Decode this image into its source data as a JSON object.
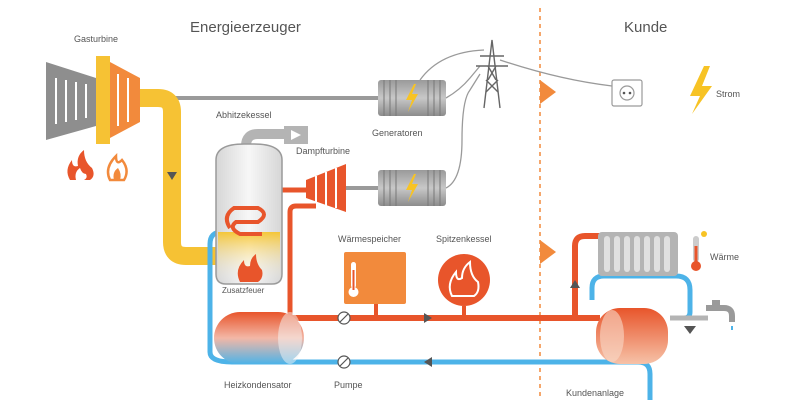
{
  "headings": {
    "producer": "Energieerzeuger",
    "customer": "Kunde"
  },
  "labels": {
    "gas_turbine": "Gasturbine",
    "waste_heat_boiler": "Abhitzekessel",
    "steam_turbine": "Dampfturbine",
    "generators": "Generatoren",
    "heat_storage": "Wärmespeicher",
    "peak_boiler": "Spitzenkessel",
    "additional_firing": "Zusatzfeuer",
    "heating_condenser": "Heizkondensator",
    "pump": "Pumpe",
    "customer_plant": "Kundenanlage",
    "electricity": "Strom",
    "heat": "Wärme"
  },
  "colors": {
    "exhaust": "#f6c234",
    "supply_hot": "#e8552b",
    "return_cold": "#4db3e8",
    "steam_gray": "#b4b4b4",
    "boundary": "#f28a3c",
    "lightning": "#f7c325",
    "text": "#555555"
  },
  "icons": [
    "flame-icon",
    "lightning-icon",
    "power-socket-icon",
    "thermometer-icon",
    "water-tap-icon",
    "radiator-icon",
    "pylon-icon"
  ]
}
